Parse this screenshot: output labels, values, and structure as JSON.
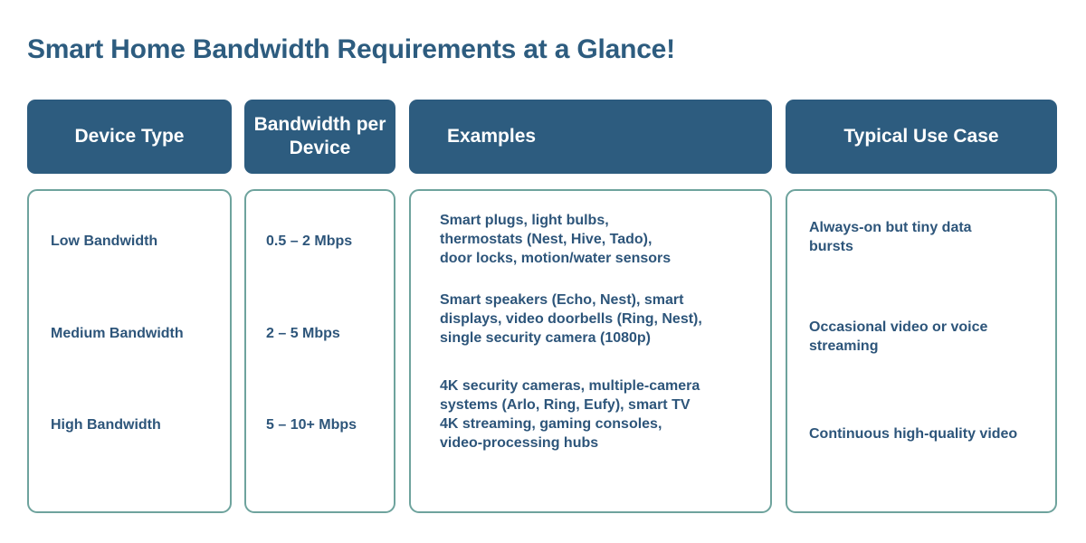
{
  "title": "Smart Home Bandwidth Requirements at a Glance!",
  "colors": {
    "header_bg": "#2d5c7f",
    "header_text": "#ffffff",
    "cell_border": "#6ea39d",
    "cell_bg": "#ffffff",
    "body_text": "#2d557a",
    "title_text": "#2d5c7f",
    "page_bg": "#ffffff"
  },
  "headers": [
    {
      "label": "Device Type",
      "align": "center"
    },
    {
      "label": "Bandwidth\nper Device",
      "line1": "Bandwidth",
      "line2": "per Device",
      "align": "center"
    },
    {
      "label": "Examples",
      "align": "left"
    },
    {
      "label": "Typical Use Case",
      "align": "center"
    }
  ],
  "rows": [
    {
      "device_type": "Low Bandwidth",
      "bandwidth": "0.5 – 2 Mbps",
      "examples_lines": [
        "Smart plugs, light bulbs,",
        "thermostats (Nest, Hive, Tado),",
        "door locks, motion/water sensors"
      ],
      "use_case_lines": [
        "Always-on but tiny data",
        "bursts"
      ]
    },
    {
      "device_type": "Medium Bandwidth",
      "bandwidth": "2 – 5 Mbps",
      "examples_lines": [
        "Smart speakers (Echo, Nest), smart",
        "displays, video doorbells (Ring, Nest),",
        "single security camera (1080p)"
      ],
      "use_case_lines": [
        "Occasional video or voice",
        "streaming"
      ]
    },
    {
      "device_type": "High Bandwidth",
      "bandwidth": "5 – 10+ Mbps",
      "examples_lines": [
        "4K security cameras, multiple-camera",
        "systems (Arlo, Ring, Eufy), smart TV",
        "4K streaming, gaming consoles,",
        "video-processing hubs"
      ],
      "use_case_lines": [
        "Continuous high-quality video"
      ]
    }
  ]
}
